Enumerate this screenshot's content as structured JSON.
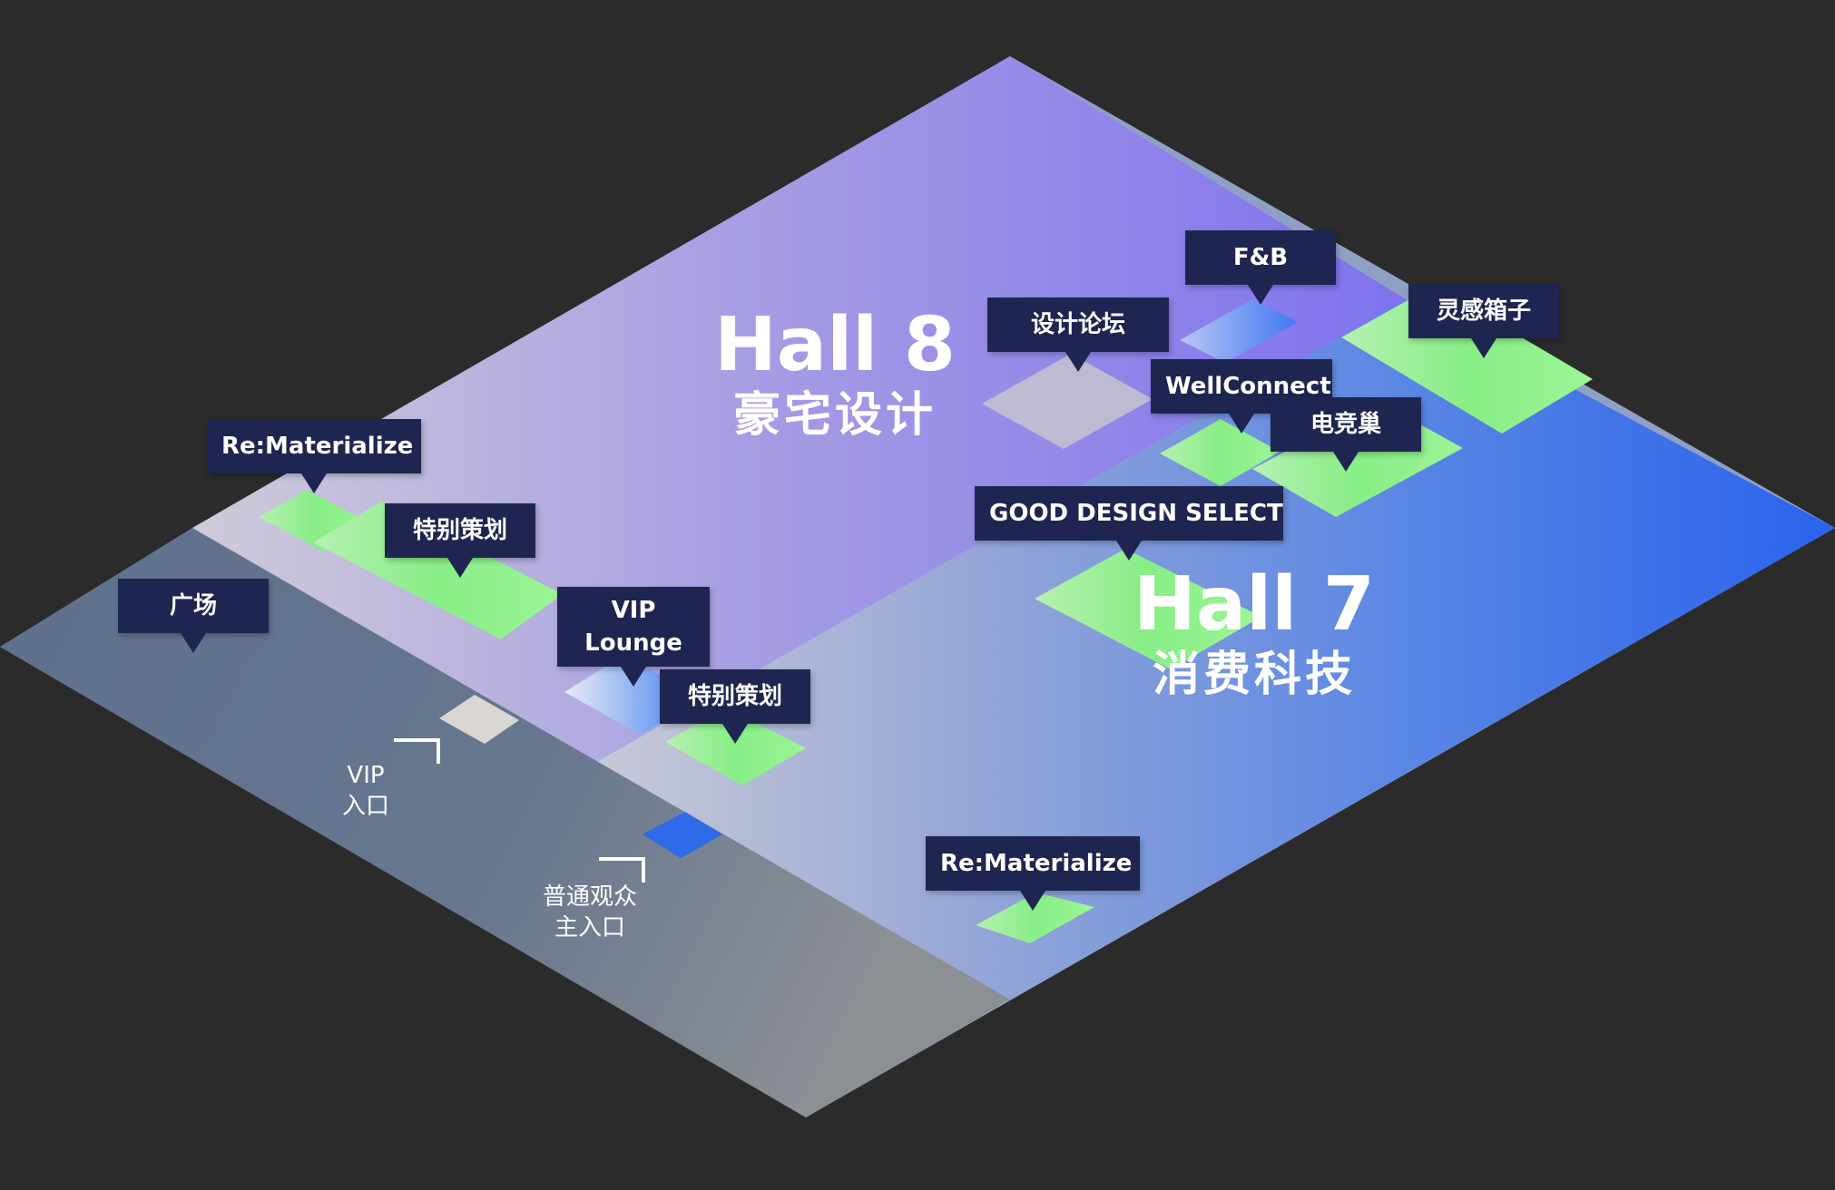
{
  "halls": {
    "hall8": {
      "name": "Hall 8",
      "sub": "豪宅设计"
    },
    "hall7": {
      "name": "Hall 7",
      "sub": "消费科技"
    }
  },
  "labels": {
    "rematerialize_left": "Re:Materialize",
    "special_1": "特别策划",
    "plaza": "广场",
    "vip_lounge_1": "VIP",
    "vip_lounge_2": "Lounge",
    "special_2": "特别策划",
    "design_forum": "设计论坛",
    "fnb": "F&B",
    "inspiration_box": "灵感箱子",
    "wellconnect": "WellConnect",
    "esports_nest": "电竞巢",
    "good_design_select": "GOOD DESIGN SELECT",
    "rematerialize_bottom": "Re:Materialize"
  },
  "entrances": {
    "vip_1": "VIP",
    "vip_2": "入口",
    "main_1": "普通观众",
    "main_2": "主入口"
  },
  "colors": {
    "background": "#2b2b2b",
    "hall8_start": "#c8c3d8",
    "hall8_end": "#8a7ef0",
    "hall7_start": "#b8c4dc",
    "hall7_end": "#2f6ae8",
    "plaza": "#5f708e",
    "zone_green": "#8ef38a",
    "tag": "#1e2550"
  }
}
